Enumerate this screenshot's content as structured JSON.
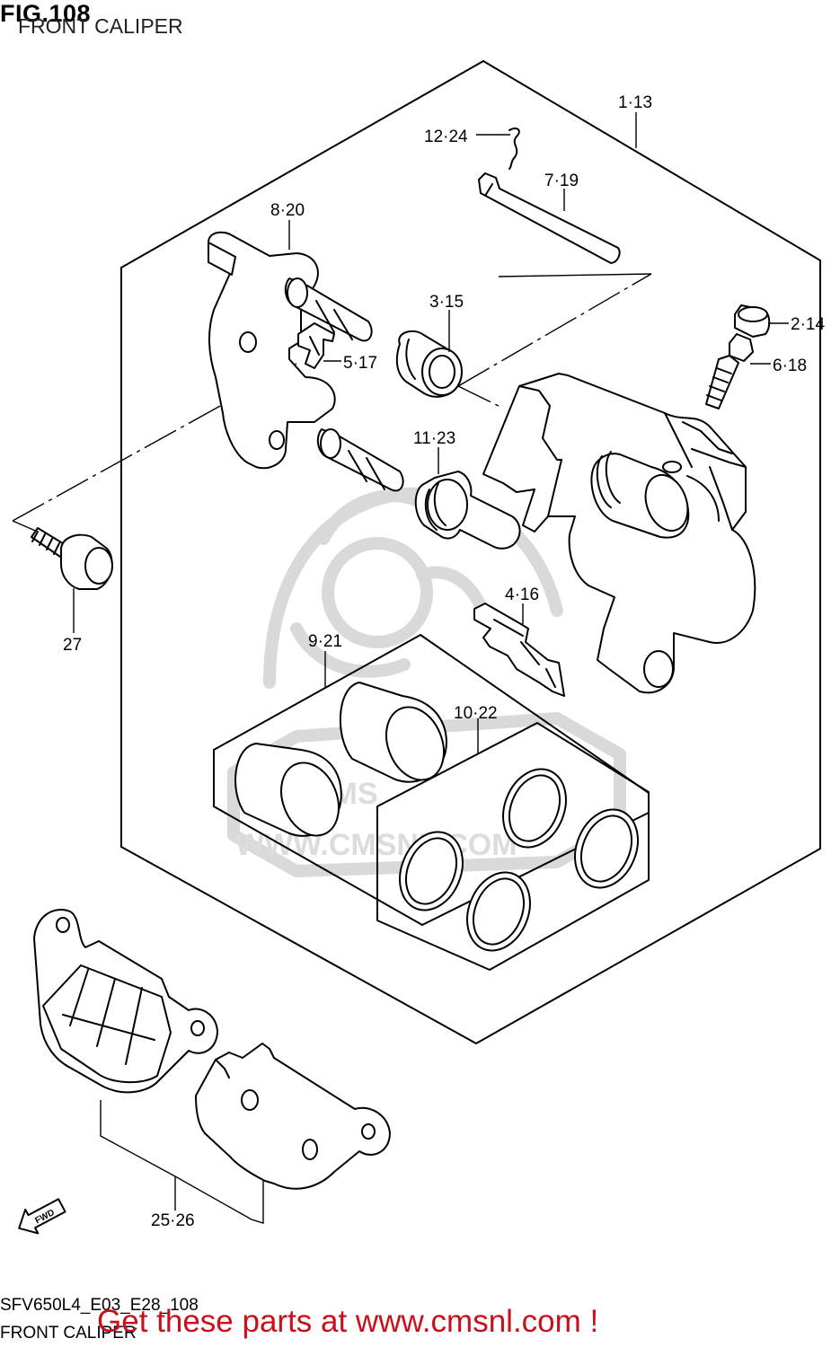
{
  "header": {
    "fig_label": "FIG.108",
    "title": "FRONT CALIPER"
  },
  "watermark": {
    "text": "WWW.CMSNL.COM",
    "logo": "CMS"
  },
  "callouts": [
    {
      "id": "c1",
      "label": "1·13"
    },
    {
      "id": "c12",
      "label": "12·24"
    },
    {
      "id": "c7",
      "label": "7·19"
    },
    {
      "id": "c8",
      "label": "8·20"
    },
    {
      "id": "c3",
      "label": "3·15"
    },
    {
      "id": "c2",
      "label": "2·14"
    },
    {
      "id": "c6",
      "label": "6·18"
    },
    {
      "id": "c5",
      "label": "5·17"
    },
    {
      "id": "c11",
      "label": "11·23"
    },
    {
      "id": "c27",
      "label": "27"
    },
    {
      "id": "c4",
      "label": "4·16"
    },
    {
      "id": "c9",
      "label": "9·21"
    },
    {
      "id": "c10",
      "label": "10·22"
    },
    {
      "id": "c25",
      "label": "25·26"
    }
  ],
  "fwd_badge": "FWD",
  "footer": {
    "code": "SFV650L4_E03_E28_108",
    "name": "FRONT CALIPER",
    "promo": "Get these parts at www.cmsnl.com !"
  },
  "colors": {
    "promo": "#c8101c",
    "watermark": "#d9d9d9"
  }
}
